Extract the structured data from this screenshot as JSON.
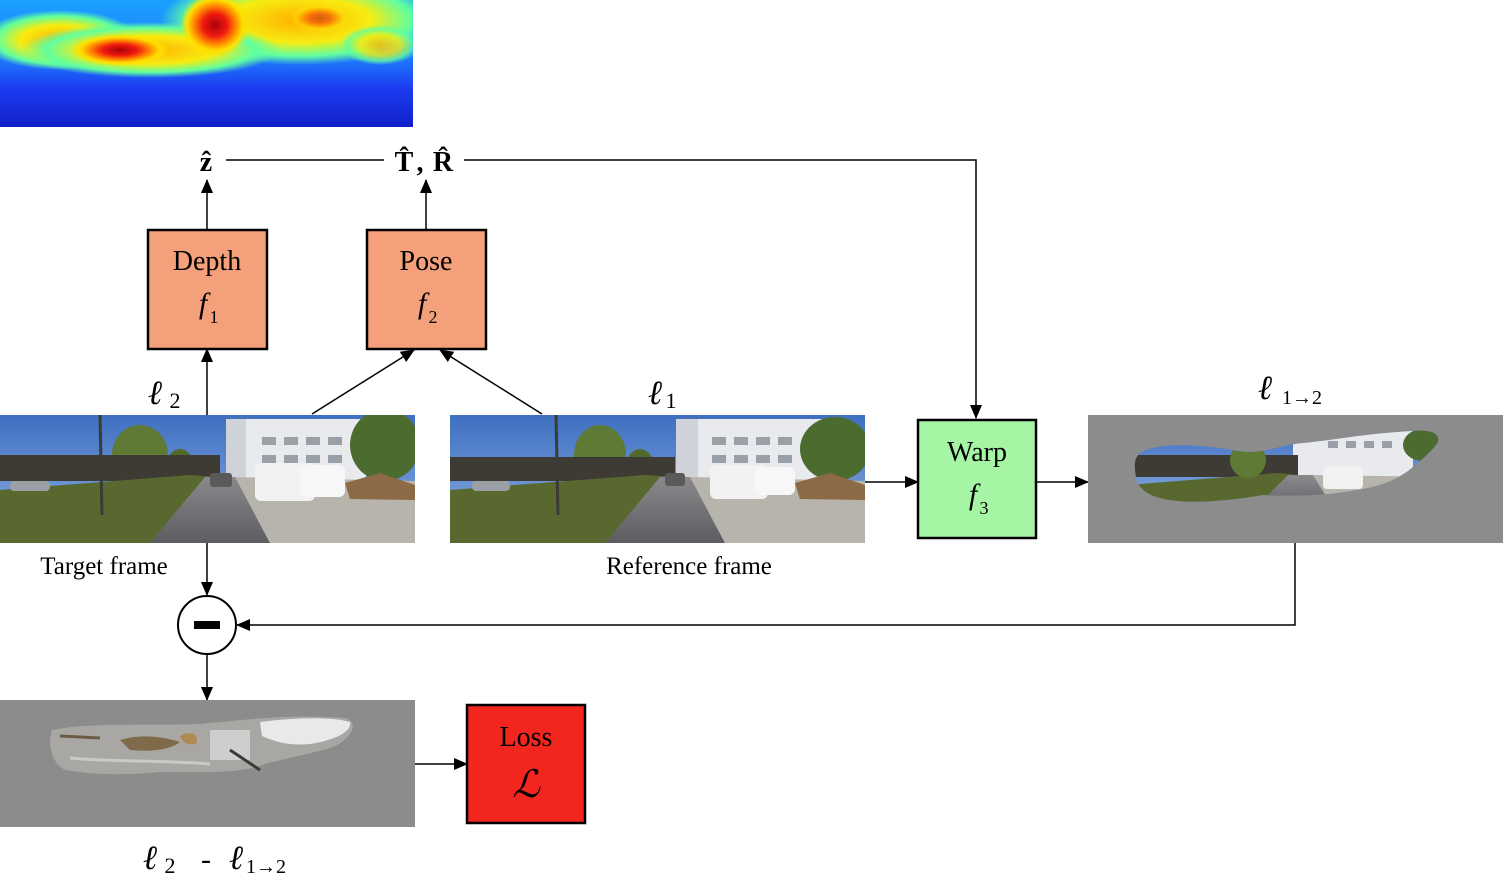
{
  "outputs": {
    "depth_estimate": "ẑ",
    "pose_estimate_T": "T̂",
    "pose_separator": ",",
    "pose_estimate_R": "R̂"
  },
  "blocks": {
    "depth": {
      "title": "Depth",
      "func": "f",
      "sub": "1",
      "color": "#f4a07a"
    },
    "pose": {
      "title": "Pose",
      "func": "f",
      "sub": "2",
      "color": "#f4a07a"
    },
    "warp": {
      "title": "Warp",
      "func": "f",
      "sub": "3",
      "color": "#a6f5a4"
    },
    "loss": {
      "title": "Loss",
      "symbol": "ℒ",
      "color": "#f2261e"
    }
  },
  "frames": {
    "target": {
      "caption": "Target frame",
      "symbol": "ℓ",
      "sub": "2"
    },
    "reference": {
      "caption": "Reference frame",
      "symbol": "ℓ",
      "sub": "1"
    },
    "warped": {
      "symbol": "ℓ",
      "sub": "1→2"
    },
    "difference": {
      "symbol_a": "ℓ",
      "sub_a": "2",
      "op": "-",
      "symbol_b": "ℓ",
      "sub_b": "1→2"
    }
  },
  "subtract_node": {
    "symbol": "−"
  },
  "colors": {
    "line": "#000000",
    "gray_bg": "#8c8c8c",
    "sky": "#5a86c8",
    "building": "#e6e8ec",
    "grass": "#5c6f3a",
    "road": "#77767a"
  },
  "icons": {
    "depth_map": "depth-heatmap-image",
    "target_photo": "street-scene-photo",
    "reference_photo": "street-scene-photo",
    "warped_photo": "warped-street-photo",
    "difference_photo": "residual-image"
  }
}
